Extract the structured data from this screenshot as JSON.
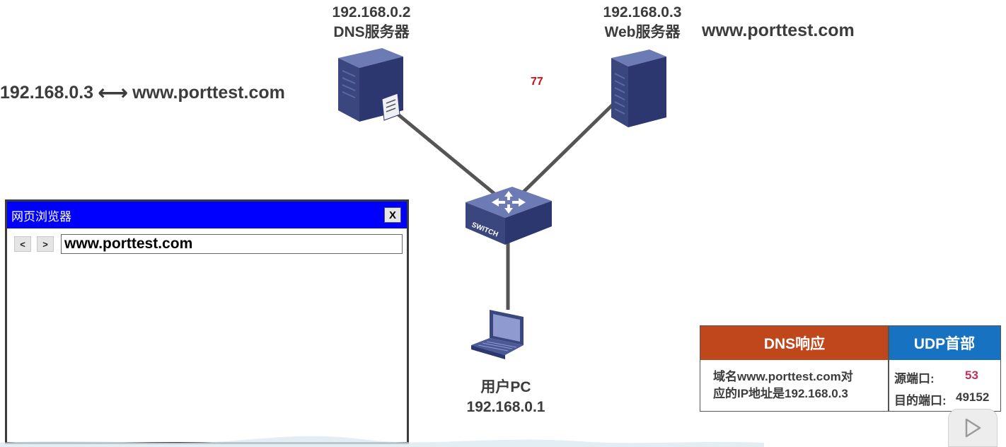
{
  "dns_server": {
    "ip": "192.168.0.2",
    "name": "DNS服务器"
  },
  "web_server": {
    "ip": "192.168.0.3",
    "name": "Web服务器",
    "domain": "www.porttest.com"
  },
  "mapping": {
    "ip": "192.168.0.3",
    "arrow": "⟷",
    "domain": "www.porttest.com"
  },
  "switch": {
    "label": "SWITCH"
  },
  "client": {
    "name": "用户PC",
    "ip": "192.168.0.1"
  },
  "counter": "77",
  "browser": {
    "title": "网页浏览器",
    "close": "X",
    "back": "<",
    "forward": ">",
    "url": "www.porttest.com"
  },
  "packet": {
    "dns_header": "DNS响应",
    "udp_header": "UDP首部",
    "dns_body_line1": "域名www.porttest.com对",
    "dns_body_line2": "应的IP地址是192.168.0.3",
    "src_port_label": "源端口:",
    "src_port_value": "53",
    "dst_port_label": "目的端口:",
    "dst_port_value": "49152"
  },
  "colors": {
    "browser_titlebar": "#0000ff",
    "dns_header_bg": "#c0461c",
    "udp_header_bg": "#1872c2",
    "src_port_value": "#c0305a",
    "counter": "#cc1010",
    "device_blue": "#3b4a86"
  },
  "icons": [
    "dns-server-icon",
    "web-server-icon",
    "switch-icon",
    "laptop-icon",
    "play-icon"
  ]
}
